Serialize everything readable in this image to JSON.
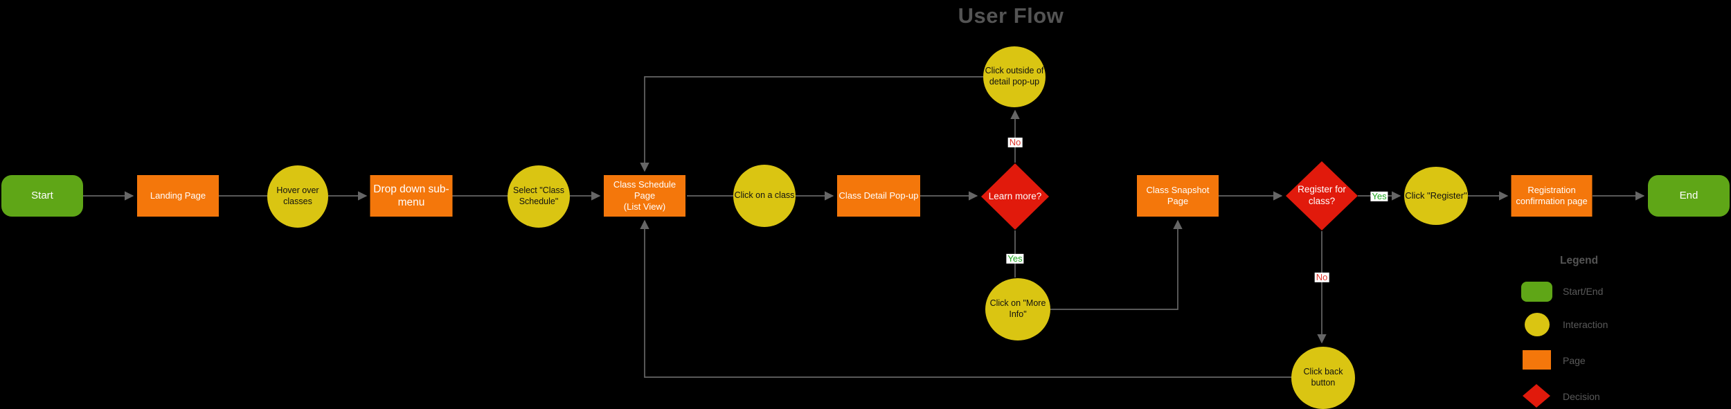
{
  "title": "User Flow",
  "colors": {
    "background": "#000000",
    "start_end": "#5FA617",
    "page": "#F4770B",
    "interaction": "#DAC512",
    "decision": "#E11A0C",
    "connector": "#666666",
    "yes_label_text": "#1CA51C",
    "no_label_text": "#E0352B",
    "title_text": "#545454"
  },
  "nodes": [
    {
      "id": "start",
      "type": "start-end",
      "label": "Start"
    },
    {
      "id": "landing-page",
      "type": "page",
      "label": "Landing Page"
    },
    {
      "id": "hover-over-classes",
      "type": "interaction",
      "label": "Hover over\nclasses"
    },
    {
      "id": "drop-down-sub-menu",
      "type": "page",
      "label": "Drop down sub-\nmenu"
    },
    {
      "id": "select-class-schedule",
      "type": "interaction",
      "label": "Select \"Class\nSchedule\""
    },
    {
      "id": "class-schedule-page",
      "type": "page",
      "label": "Class Schedule Page\n(List View)"
    },
    {
      "id": "click-on-a-class",
      "type": "interaction",
      "label": "Click on a class"
    },
    {
      "id": "class-detail-popup",
      "type": "page",
      "label": "Class Detail Pop-up"
    },
    {
      "id": "learn-more",
      "type": "decision",
      "label": "Learn more?"
    },
    {
      "id": "class-snapshot-page",
      "type": "page",
      "label": "Class Snapshot Page"
    },
    {
      "id": "register-for-class",
      "type": "decision",
      "label": "Register for\nclass?"
    },
    {
      "id": "click-register",
      "type": "interaction",
      "label": "Click \"Register\""
    },
    {
      "id": "registration-confirmation-page",
      "type": "page",
      "label": "Registration\nconfirmation page"
    },
    {
      "id": "end",
      "type": "start-end",
      "label": "End"
    },
    {
      "id": "click-outside-popup",
      "type": "interaction",
      "label": "Click outside of\ndetail pop-up"
    },
    {
      "id": "click-more-info",
      "type": "interaction",
      "label": "Click on \"More\nInfo\""
    },
    {
      "id": "click-back-button",
      "type": "interaction",
      "label": "Click back\nbutton"
    }
  ],
  "edge_labels": [
    {
      "id": "no-to-click-outside",
      "text": "No"
    },
    {
      "id": "yes-to-more-info",
      "text": "Yes"
    },
    {
      "id": "no-to-click-back",
      "text": "No"
    },
    {
      "id": "yes-to-click-register",
      "text": "Yes"
    }
  ],
  "legend": {
    "title": "Legend",
    "items": [
      {
        "type": "start-end",
        "label": "Start/End"
      },
      {
        "type": "interaction",
        "label": "Interaction"
      },
      {
        "type": "page",
        "label": "Page"
      },
      {
        "type": "decision",
        "label": "Decision"
      }
    ]
  }
}
